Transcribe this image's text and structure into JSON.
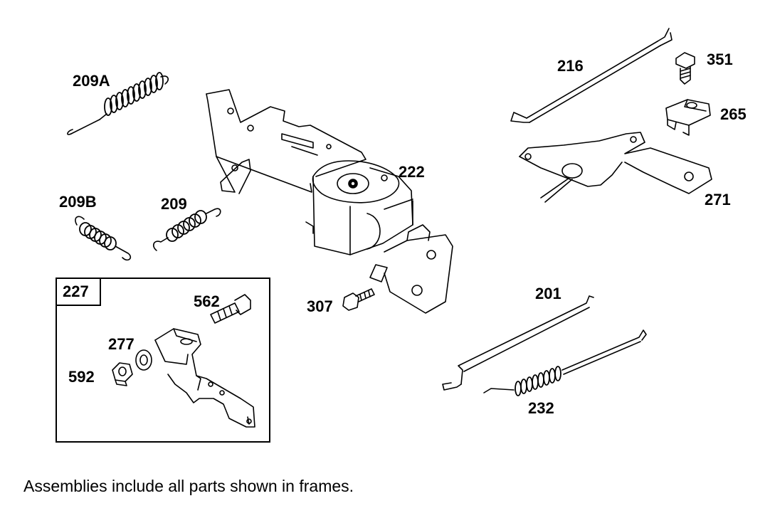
{
  "labels": {
    "p209A": "209A",
    "p209B": "209B",
    "p209": "209",
    "p216": "216",
    "p351": "351",
    "p265": "265",
    "p271": "271",
    "p222": "222",
    "p307": "307",
    "p201": "201",
    "p232": "232",
    "p227": "227",
    "p562": "562",
    "p277": "277",
    "p592": "592"
  },
  "footnote": "Assemblies include all parts shown in frames.",
  "icons": {
    "spring": "spring-icon",
    "bracket": "control-bracket-icon",
    "governor": "governor-motor-icon",
    "rod": "link-rod-icon",
    "bolt": "bolt-icon",
    "clip": "clip-icon",
    "nut": "nut-icon",
    "washer": "washer-icon",
    "lever": "lever-icon"
  }
}
